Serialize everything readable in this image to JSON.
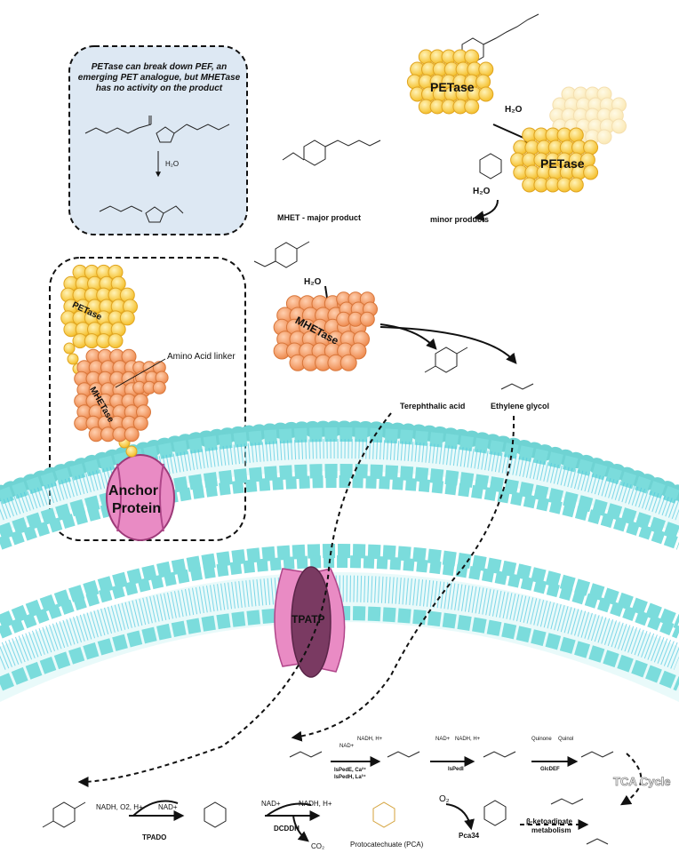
{
  "note_box": {
    "text": "PETase can break down PEF, an emerging PET analogue, but MHETase has no activity on the product",
    "water": "H₂O"
  },
  "fusion": {
    "petase": "PETase",
    "mhetase": "MHETase",
    "linker": "Amino Acid linker",
    "anchor_line1": "Anchor",
    "anchor_line2": "Protein"
  },
  "degradation": {
    "petase": "PETase",
    "water": "H₂O",
    "mhet": "MHET - major product",
    "minor": "minor products",
    "mhetase": "MHETase",
    "terephthalic": "Terephthalic acid",
    "ethylene_glycol": "Ethylene glycol"
  },
  "membrane": {
    "transporter": "TPATP"
  },
  "eg_pathway": {
    "step1_left": "NAD+",
    "step1_right": "NADH, H+",
    "step1_enzyme1": "IsPedE, Ca²⁺",
    "step1_enzyme2": "IsPedH, La³⁺",
    "step2_left": "NAD+",
    "step2_right": "NADH, H+",
    "step2_enzyme": "IsPedI",
    "step3_left": "Quinone",
    "step3_right": "Quinol",
    "step3_enzyme": "GlcDEF",
    "tca": "TCA Cycle"
  },
  "tpa_pathway": {
    "step1_cofactors": "NADH, O2, H+",
    "step1_product_cofactor": "NAD+",
    "step1_enzyme": "TPADO",
    "step2_left": "NAD+",
    "step2_right": "NADH, H+",
    "step2_enzyme": "DCDDH",
    "step2_co2": "CO₂",
    "pca": "Protocatechuate (PCA)",
    "oxygen": "O₂",
    "step3_enzyme": "Pca34",
    "beta_line1": "β-ketoadipate",
    "beta_line2": "metabolism"
  },
  "colors": {
    "petase": "#f9c93a",
    "mhetase": "#f29a62",
    "anchor": "#e98bc4",
    "membrane": "#7ee0e0",
    "note_bg": "#dde8f3",
    "pca": "#d4a23a"
  }
}
